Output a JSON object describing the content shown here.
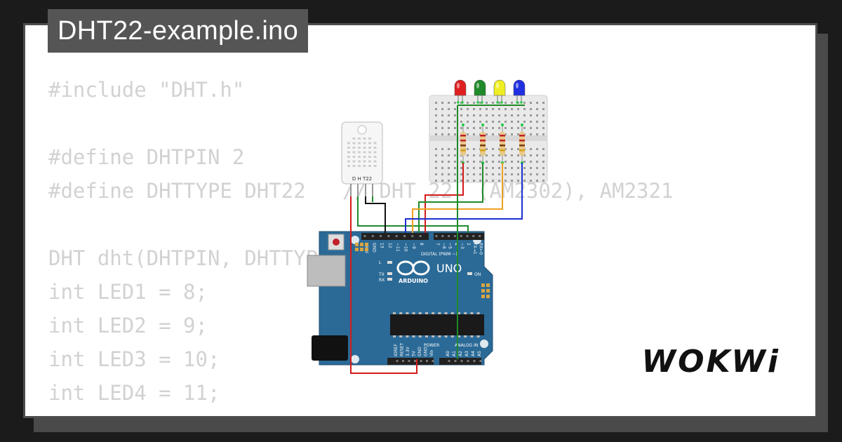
{
  "title": "DHT22-example.ino",
  "code_lines": [
    "#include \"DHT.h\"",
    "",
    "#define DHTPIN 2",
    "#define DHTTYPE DHT22   // DHT 22  (AM2302), AM2321",
    "",
    "DHT dht(DHTPIN, DHTTYPE);",
    "int LED1 = 8;",
    "int LED2 = 9;",
    "int LED3 = 10;",
    "int LED4 = 11;"
  ],
  "brand": "WOKWi",
  "sensor": {
    "label": "D H T22"
  },
  "arduino": {
    "logo_text": "ARDUINO",
    "model": "UNO",
    "digital_label": "DIGITAL (PWM ~)",
    "power_label": "POWER",
    "analog_label": "ANALOG IN",
    "on_label": "ON",
    "tx_label": "TX",
    "rx_label": "RX",
    "l_label": "L",
    "top_pins": [
      "AREF",
      "GND",
      "13",
      "12",
      "~11",
      "~10",
      "~9",
      "8",
      "7",
      "~6",
      "~5",
      "4",
      "~3",
      "2",
      "TX→1",
      "RX←0"
    ],
    "power_pins": [
      "IOREF",
      "RESET",
      "3.3V",
      "5V",
      "GND",
      "GND",
      "Vin"
    ],
    "analog_pins": [
      "A0",
      "A1",
      "A2",
      "A3",
      "A4",
      "A5"
    ]
  },
  "leds": [
    {
      "color": "#e02020"
    },
    {
      "color": "#1f8a2a"
    },
    {
      "color": "#eeee22"
    },
    {
      "color": "#2030e0"
    }
  ],
  "colors": {
    "background": "#1b1b1b",
    "card": "#ffffff",
    "tab": "#555555",
    "code_text": "#d2d2d2",
    "board": "#2b6a97",
    "wire_red": "#d41a1a",
    "wire_green": "#1f8a2a",
    "wire_black": "#111111",
    "wire_orange": "#f0a020",
    "wire_blue": "#1a2fd0"
  }
}
